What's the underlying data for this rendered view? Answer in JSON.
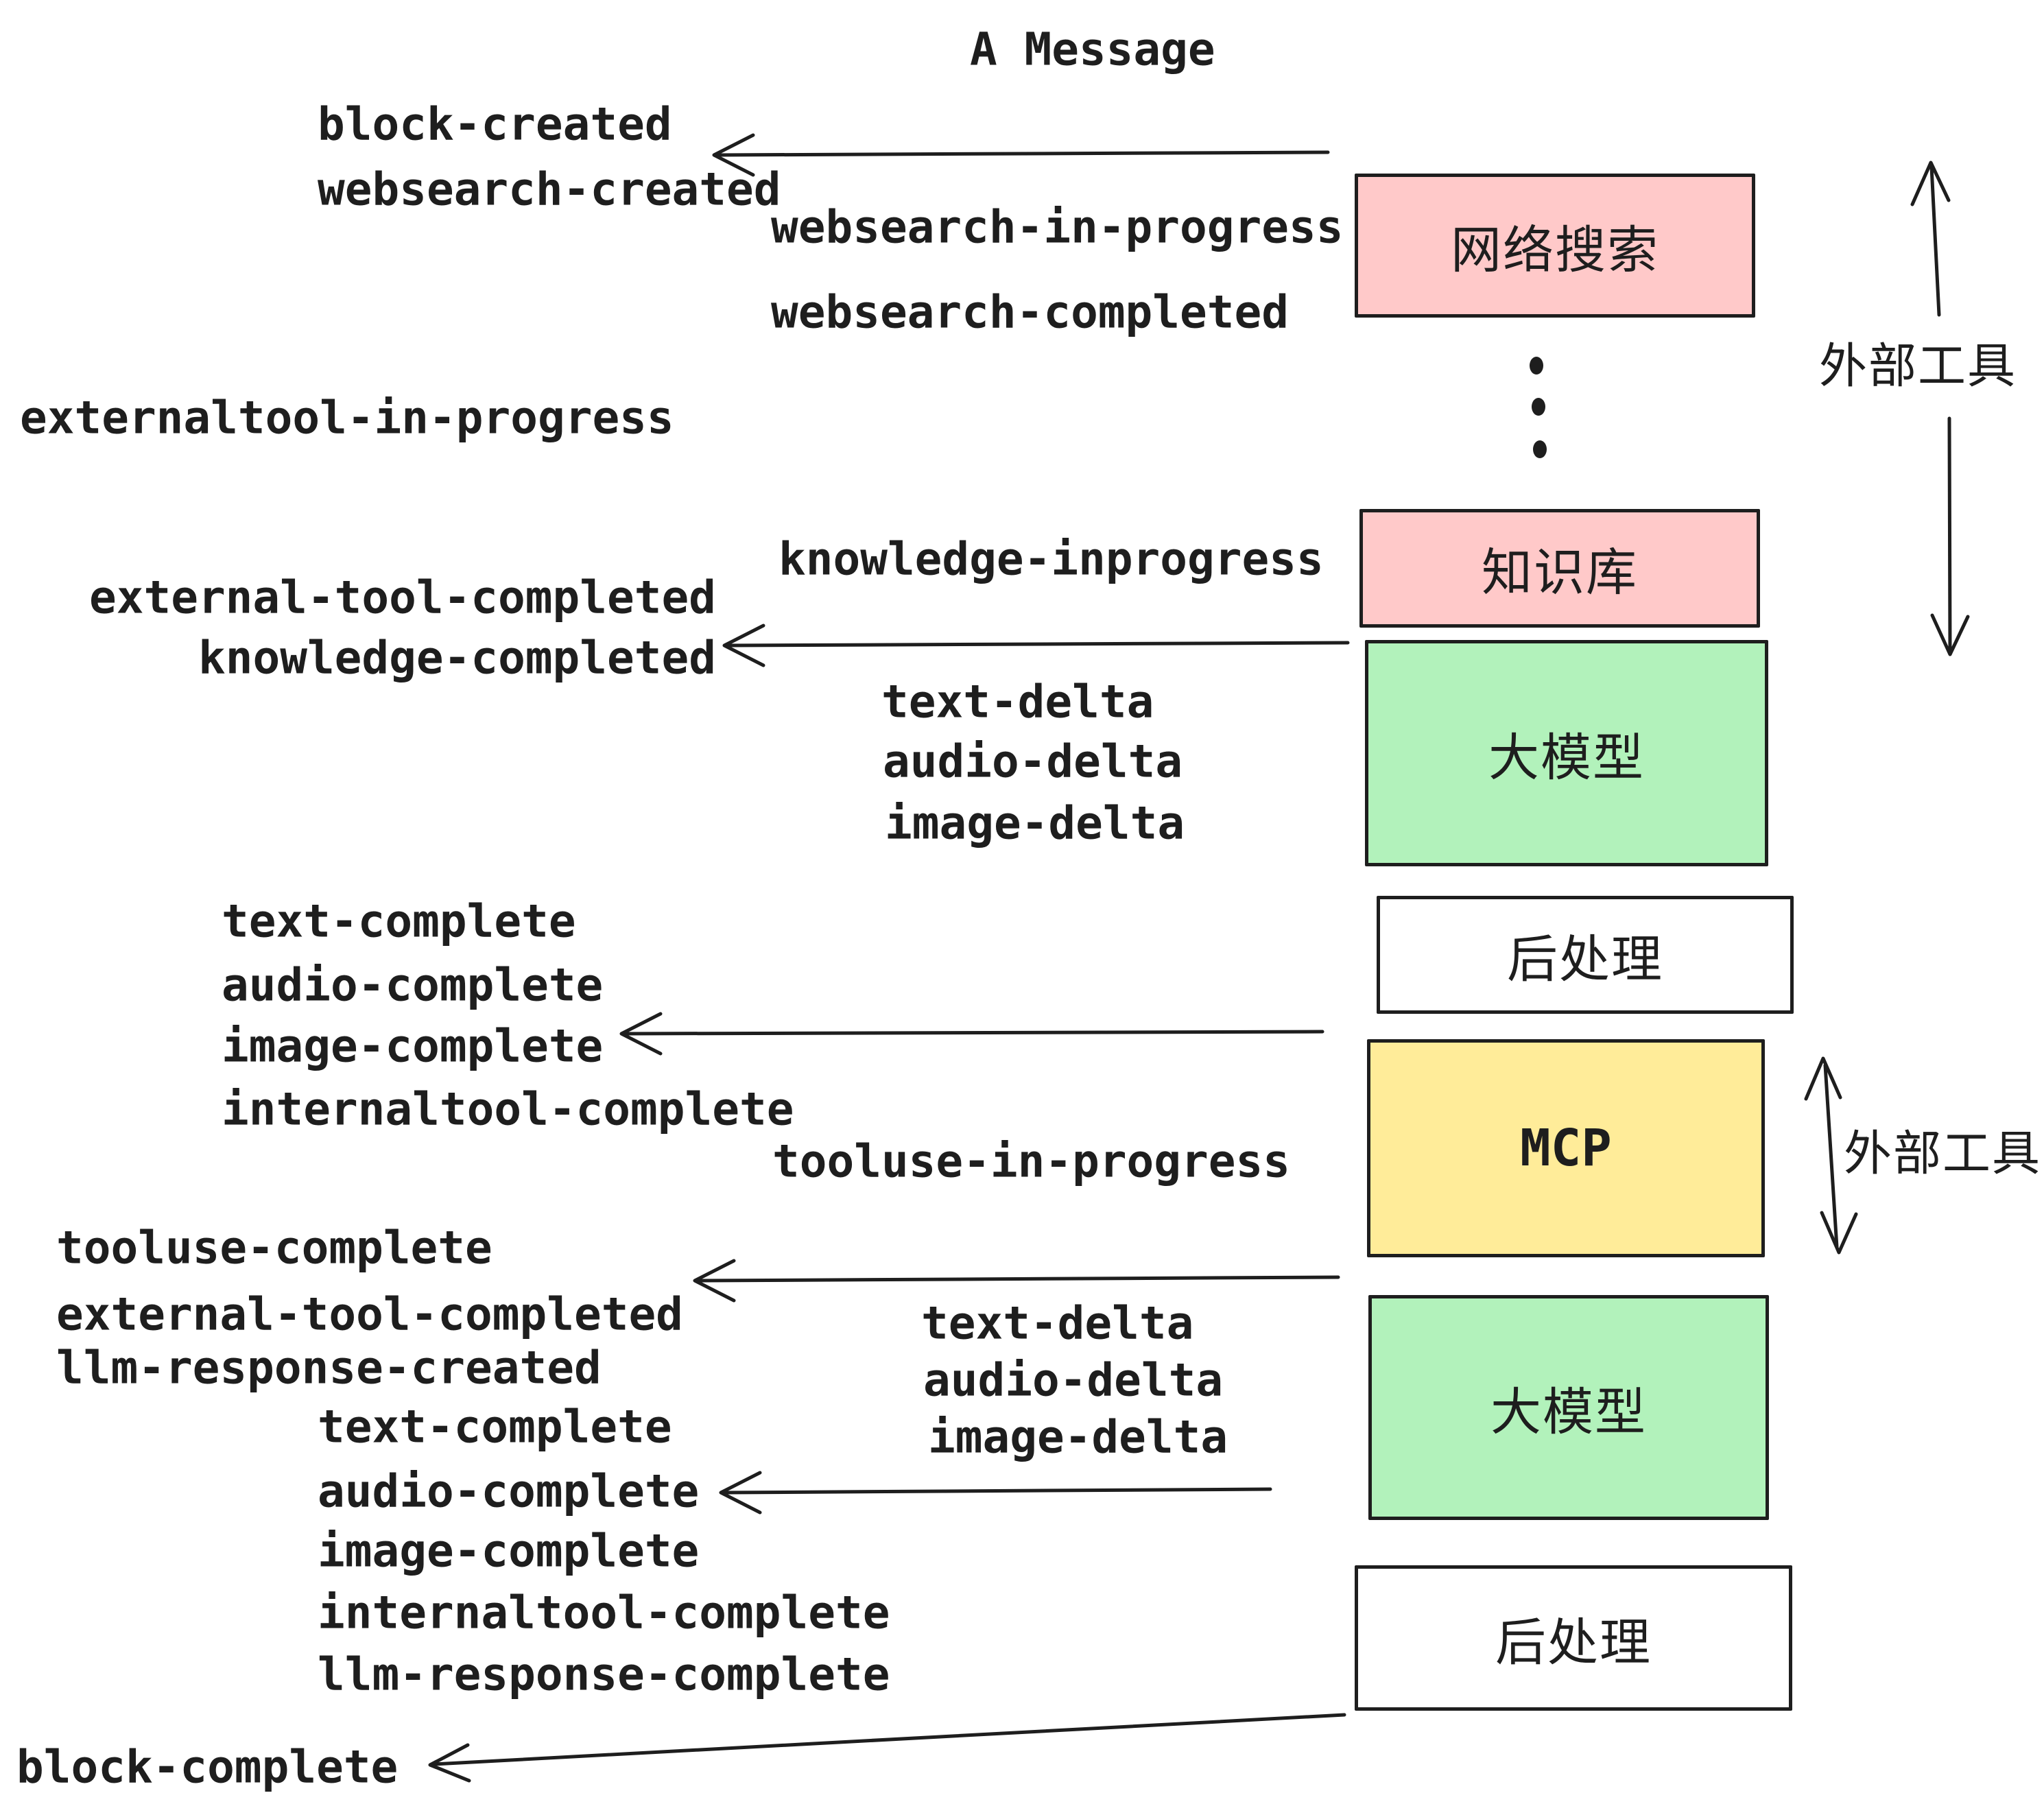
{
  "title": "A Message",
  "colors": {
    "ink": "#1e1e1e",
    "pink": "#ffc9c9",
    "green": "#b2f2bb",
    "yellow": "#ffec99",
    "white": "#ffffff",
    "background": "#ffffff"
  },
  "boxes": [
    {
      "id": "websearch",
      "label": "网络搜索",
      "color": "#ffc9c9"
    },
    {
      "id": "knowledge",
      "label": "知识库",
      "color": "#ffc9c9"
    },
    {
      "id": "llm-1",
      "label": "大模型",
      "color": "#b2f2bb"
    },
    {
      "id": "postprocess-1",
      "label": "后处理",
      "color": "#ffffff"
    },
    {
      "id": "mcp",
      "label": "MCP",
      "color": "#ffec99"
    },
    {
      "id": "llm-2",
      "label": "大模型",
      "color": "#b2f2bb"
    },
    {
      "id": "postprocess-2",
      "label": "后处理",
      "color": "#ffffff"
    }
  ],
  "events": [
    {
      "text": "block-created"
    },
    {
      "text": "websearch-created"
    },
    {
      "text": "websearch-in-progress"
    },
    {
      "text": "websearch-completed"
    },
    {
      "text": "externaltool-in-progress"
    },
    {
      "text": "knowledge-inprogress"
    },
    {
      "text": "external-tool-completed"
    },
    {
      "text": "knowledge-completed"
    },
    {
      "text": "text-delta"
    },
    {
      "text": "audio-delta"
    },
    {
      "text": "image-delta"
    },
    {
      "text": "text-complete"
    },
    {
      "text": "audio-complete"
    },
    {
      "text": "image-complete"
    },
    {
      "text": "internaltool-complete"
    },
    {
      "text": "tooluse-in-progress"
    },
    {
      "text": "tooluse-complete"
    },
    {
      "text": "external-tool-completed"
    },
    {
      "text": "llm-response-created"
    },
    {
      "text": "text-complete"
    },
    {
      "text": "audio-complete"
    },
    {
      "text": "image-complete"
    },
    {
      "text": "internaltool-complete"
    },
    {
      "text": "llm-response-complete"
    },
    {
      "text": "block-complete"
    }
  ],
  "annotations": {
    "external_tools_top": "外部工具",
    "external_tools_mid": "外部工具"
  },
  "decorations": {
    "ellipsis_dot_count": 3
  }
}
